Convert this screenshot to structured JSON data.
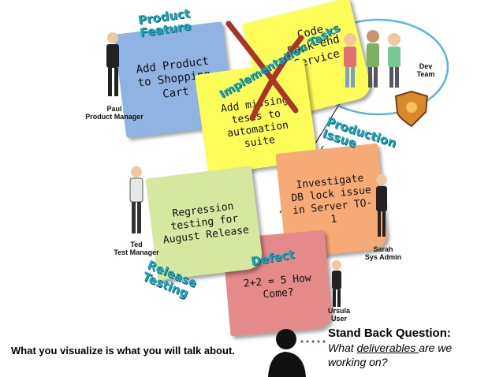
{
  "notes": {
    "product_feature": "Add Product to Shopping Cart",
    "backend_service": "Code Back-end Service",
    "missing_tests": "Add missing tests to automation suite",
    "db_lock": "Investigate DB lock issue in Server TO-1",
    "regression": "Regression testing for August Release",
    "defect": "2+2 = 5 How Come?"
  },
  "tags": {
    "product_feature": "Product Feature",
    "implementation_tasks": "Implementation Tasks",
    "production_issue": "Production Issue",
    "release_testing": "Release Testing",
    "defect": "Defect"
  },
  "people": {
    "paul_name": "Paul",
    "paul_role": "Product Manager",
    "dev_team": "Dev Team",
    "ted_name": "Ted",
    "ted_role": "Test Manager",
    "sarah_name": "Sarah",
    "sarah_role": "Sys Admin",
    "ursula_name": "Ursula",
    "ursula_role": "User"
  },
  "caption": "What you visualize is what you will talk about.",
  "question": {
    "title": "Stand Back Question:",
    "line1_prefix": "What ",
    "line1_emphasis": "deliverables ",
    "line1_suffix": "are we",
    "line2": "working on?"
  },
  "colors": {
    "blue_note": "#8fb4e3",
    "yellow_note": "#fdfd5a",
    "orange_note": "#f6ab77",
    "green_note": "#d6e8a0",
    "red_note": "#e48a8a",
    "cross": "#a8352a",
    "tag_teal": "#1fa3b8"
  }
}
